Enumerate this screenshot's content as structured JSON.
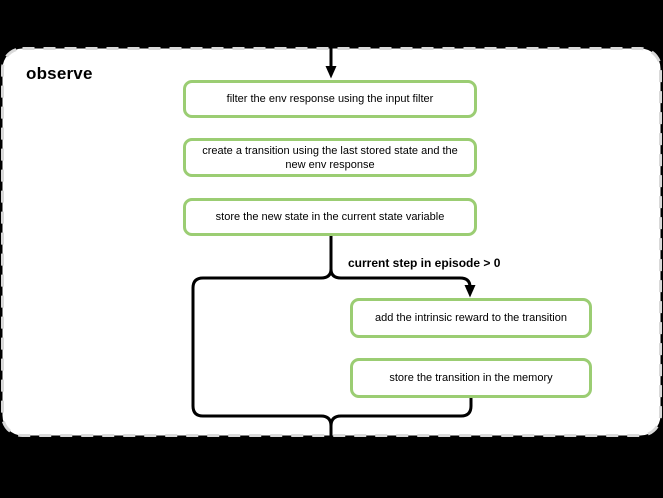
{
  "panel": {
    "title": "observe",
    "fill_color": "#ffffff",
    "border_color": "#d9d9d9",
    "background_color": "#000000"
  },
  "flow": {
    "node_border_color": "#9bcd73",
    "connector_color": "#000000",
    "steps": [
      {
        "label": "filter the env response using the input filter"
      },
      {
        "label": "create a transition using the last stored state and the new env response"
      },
      {
        "label": "store the new state in the current state variable"
      }
    ],
    "condition": {
      "label": "current step in episode > 0"
    },
    "conditional_steps": [
      {
        "label": "add the intrinsic reward to the transition"
      },
      {
        "label": "store the transition in the memory"
      }
    ]
  }
}
